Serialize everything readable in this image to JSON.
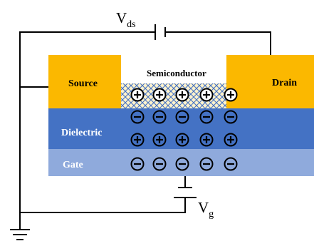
{
  "labels": {
    "vds_main": "V",
    "vds_sub": "ds",
    "vg_main": "V",
    "vg_sub": "g",
    "source": "Source",
    "drain": "Drain",
    "semiconductor": "Semiconductor",
    "dielectric": "Dielectric",
    "gate": "Gate"
  },
  "charges": {
    "semiconductor_row": [
      "+",
      "+",
      "+",
      "+",
      "+"
    ],
    "dielectric_top_row": [
      "-",
      "-",
      "-",
      "-",
      "-"
    ],
    "dielectric_bottom_row": [
      "+",
      "+",
      "+",
      "+",
      "+"
    ],
    "gate_row": [
      "-",
      "-",
      "-",
      "-",
      "-"
    ]
  },
  "colors": {
    "electrode": "#fbb800",
    "dielectric": "#4472c4",
    "gate": "#8faadc",
    "semiconductor_fill": "#fff2cc",
    "semiconductor_pattern": "#4472c4",
    "wire": "#000000"
  }
}
